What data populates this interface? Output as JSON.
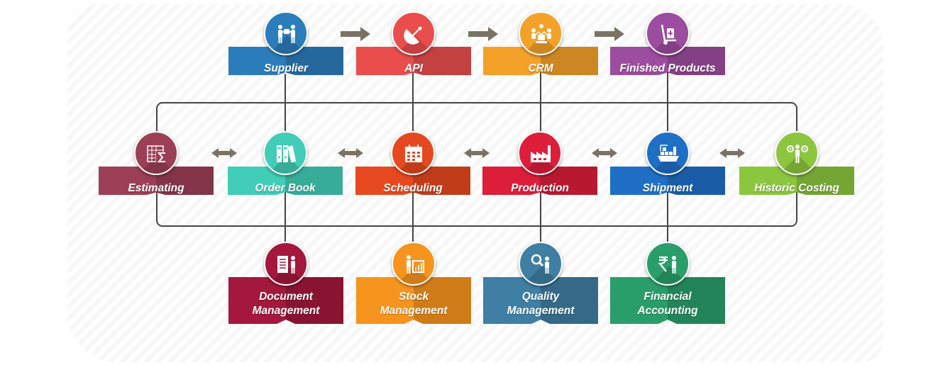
{
  "diagram": {
    "top_row": [
      {
        "label": "Supplier",
        "color": "#2c7dbb",
        "icon": "supplier-exchange-icon"
      },
      {
        "label": "API",
        "color": "#e94e4d",
        "icon": "satellite-dish-icon"
      },
      {
        "label": "CRM",
        "color": "#f4a12a",
        "icon": "customer-group-icon"
      },
      {
        "label": "Finished Products",
        "color": "#9c4d9f",
        "icon": "hand-truck-icon"
      }
    ],
    "middle_row": [
      {
        "label": "Estimating",
        "color": "#9c3f56",
        "icon": "spreadsheet-sigma-icon"
      },
      {
        "label": "Order Book",
        "color": "#41cdb7",
        "icon": "binders-icon"
      },
      {
        "label": "Scheduling",
        "color": "#e6491f",
        "icon": "calendar-icon"
      },
      {
        "label": "Production",
        "color": "#dd1e3a",
        "icon": "factory-icon"
      },
      {
        "label": "Shipment",
        "color": "#1f6fc6",
        "icon": "cargo-ship-icon"
      },
      {
        "label": "Historic Costing",
        "color": "#8cc63f",
        "icon": "analyst-gears-icon"
      }
    ],
    "bottom_row": [
      {
        "line1": "Document",
        "line2": "Management",
        "color": "#a3183c",
        "icon": "document-presenter-icon"
      },
      {
        "line1": "Stock",
        "line2": "Management",
        "color": "#f7941d",
        "icon": "stock-chart-presenter-icon"
      },
      {
        "line1": "Quality",
        "line2": "Management",
        "color": "#3e7fa3",
        "icon": "magnifier-person-icon"
      },
      {
        "line1": "Financial",
        "line2": "Accounting",
        "color": "#2a9e6a",
        "icon": "rupee-person-icon"
      }
    ],
    "connector_color": "#444444",
    "arrow_color": "#7a7265"
  }
}
